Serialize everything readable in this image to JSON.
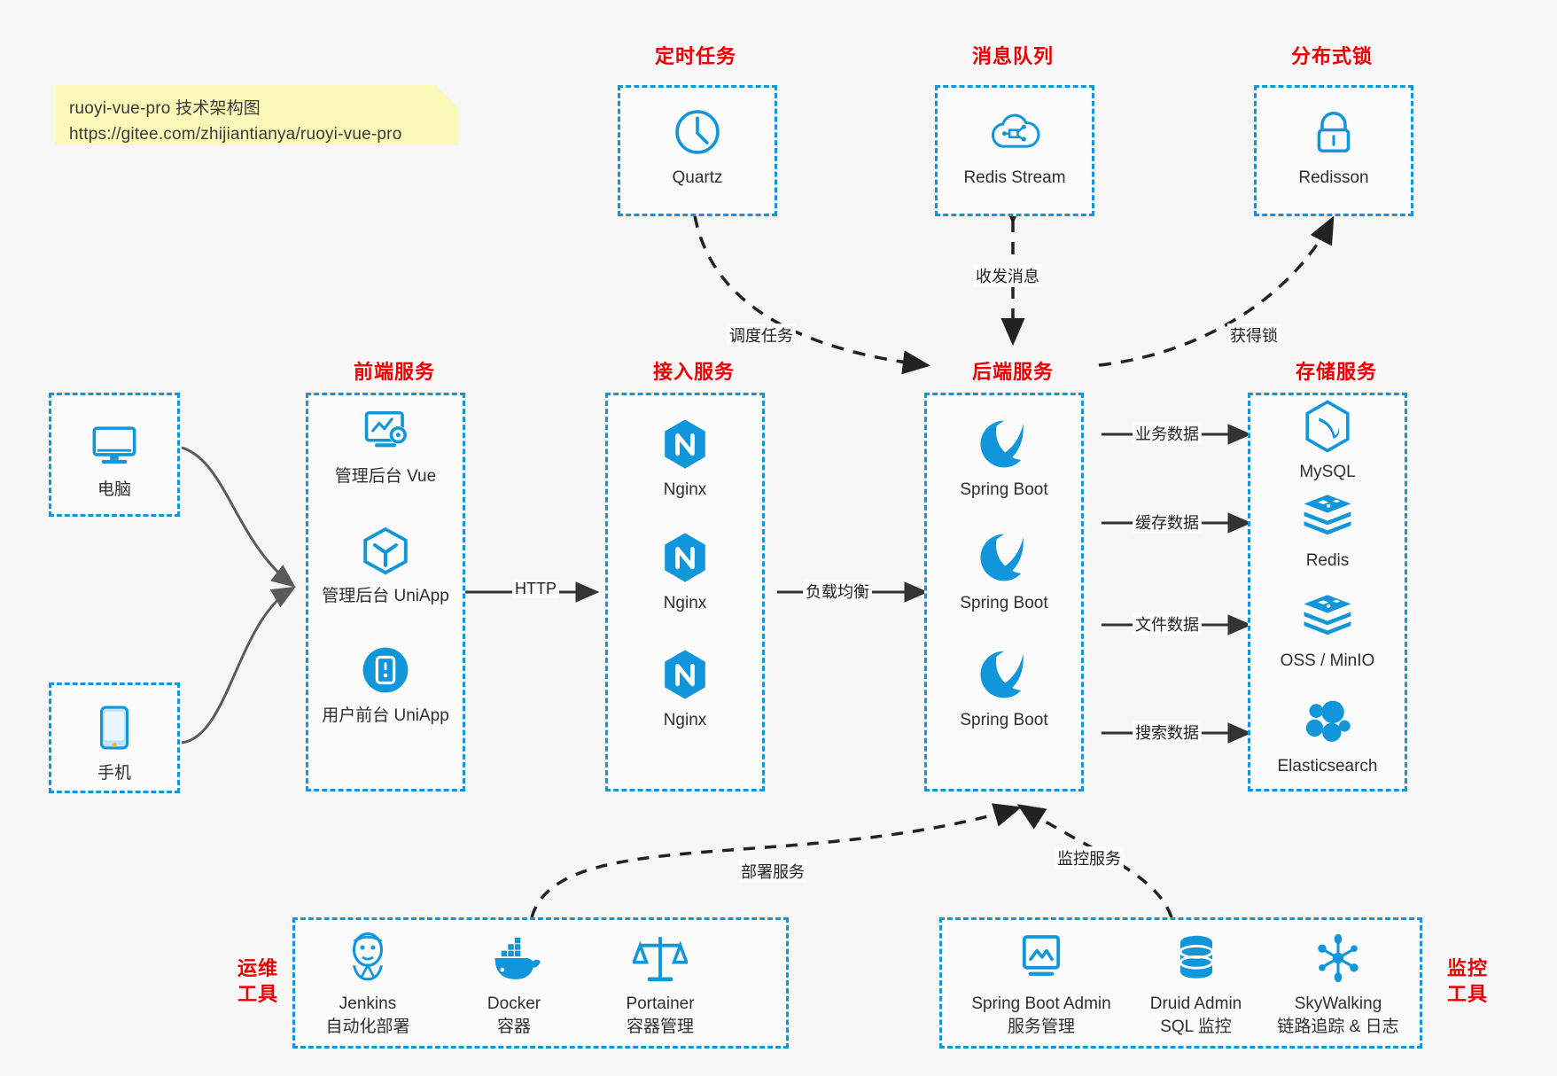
{
  "note": {
    "line1": "ruoyi-vue-pro 技术架构图",
    "line2": "https://gitee.com/zhijiantianya/ruoyi-vue-pro"
  },
  "colors": {
    "accent_blue": "#1296db",
    "title_red": "#ef0000",
    "note_yellow": "#fdf9b8",
    "canvas_bg": "#f7f7f7",
    "arrow_dark": "#333333"
  },
  "groups": {
    "scheduled_task": {
      "title": "定时任务"
    },
    "message_queue": {
      "title": "消息队列"
    },
    "distributed_lock": {
      "title": "分布式锁"
    },
    "frontend": {
      "title": "前端服务"
    },
    "gateway": {
      "title": "接入服务"
    },
    "backend": {
      "title": "后端服务"
    },
    "storage": {
      "title": "存储服务"
    },
    "devops": {
      "title": "运维\n工具",
      "line1": "运维",
      "line2": "工具"
    },
    "monitor": {
      "title": "监控\n工具",
      "line1": "监控",
      "line2": "工具"
    }
  },
  "nodes": {
    "quartz": {
      "label": "Quartz",
      "icon": "clock-icon"
    },
    "redis_stream": {
      "label": "Redis Stream",
      "icon": "cloud-node-icon"
    },
    "redisson": {
      "label": "Redisson",
      "icon": "lock-icon"
    },
    "computer": {
      "label": "电脑",
      "icon": "desktop-monitor-icon"
    },
    "phone": {
      "label": "手机",
      "icon": "mobile-phone-icon"
    },
    "admin_vue": {
      "label": "管理后台 Vue",
      "icon": "dashboard-gear-icon"
    },
    "admin_uniapp": {
      "label": "管理后台 UniApp",
      "icon": "uniapp-cube-icon"
    },
    "user_uniapp": {
      "label": "用户前台 UniApp",
      "icon": "mobile-app-icon"
    },
    "nginx1": {
      "label": "Nginx",
      "icon": "nginx-icon"
    },
    "nginx2": {
      "label": "Nginx",
      "icon": "nginx-icon"
    },
    "nginx3": {
      "label": "Nginx",
      "icon": "nginx-icon"
    },
    "springboot1": {
      "label": "Spring Boot",
      "icon": "spring-leaf-icon"
    },
    "springboot2": {
      "label": "Spring Boot",
      "icon": "spring-leaf-icon"
    },
    "springboot3": {
      "label": "Spring Boot",
      "icon": "spring-leaf-icon"
    },
    "mysql": {
      "label": "MySQL",
      "icon": "mysql-dolphin-icon"
    },
    "redis": {
      "label": "Redis",
      "icon": "redis-stack-icon"
    },
    "oss_minio": {
      "label": "OSS / MinIO",
      "icon": "redis-stack-icon"
    },
    "elasticsearch": {
      "label": "Elasticsearch",
      "icon": "elasticsearch-icon"
    },
    "jenkins": {
      "label": "Jenkins",
      "sublabel": "自动化部署",
      "icon": "jenkins-butler-icon"
    },
    "docker": {
      "label": "Docker",
      "sublabel": "容器",
      "icon": "docker-whale-icon"
    },
    "portainer": {
      "label": "Portainer",
      "sublabel": "容器管理",
      "icon": "portainer-scales-icon"
    },
    "sba": {
      "label": "Spring Boot Admin",
      "sublabel": "服务管理",
      "icon": "monitor-chart-icon"
    },
    "druid": {
      "label": "Druid Admin",
      "sublabel": "SQL 监控",
      "icon": "database-stack-icon"
    },
    "skywalking": {
      "label": "SkyWalking",
      "sublabel": "链路追踪 & 日志",
      "icon": "skywalking-node-icon"
    }
  },
  "edges": {
    "schedule_task": "调度任务",
    "send_receive_msg": "收发消息",
    "acquire_lock": "获得锁",
    "http": "HTTP",
    "load_balance": "负载均衡",
    "business_data": "业务数据",
    "cache_data": "缓存数据",
    "file_data": "文件数据",
    "search_data": "搜索数据",
    "deploy_service": "部署服务",
    "monitor_service": "监控服务"
  }
}
